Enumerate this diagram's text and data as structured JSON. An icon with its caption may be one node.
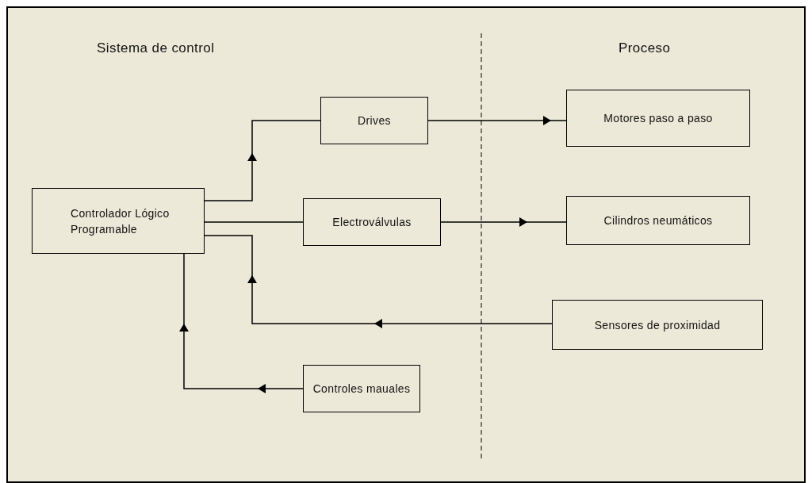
{
  "diagram": {
    "nodes": [
      {
        "text": [
          "Controlador Lógico Programable"
        ]
      },
      {
        "text": [
          "Drives"
        ]
      },
      {
        "text": [
          "Electroválvulas"
        ]
      },
      {
        "text": [
          "Controles mauales"
        ]
      },
      {
        "text": [
          "Motores paso a paso"
        ]
      },
      {
        "text": [
          "Cilindros neumáticos"
        ]
      },
      {
        "text": [
          "Sensores de proximidad"
        ]
      }
    ],
    "edges": [
      {
        "from": 0,
        "to": 1,
        "arrow": "to"
      },
      {
        "from": 1,
        "to": 4,
        "arrow": "to"
      },
      {
        "from": 0,
        "to": 2,
        "arrow": "none"
      },
      {
        "from": 2,
        "to": 5,
        "arrow": "to"
      },
      {
        "from": 6,
        "to": 0,
        "arrow": "to"
      },
      {
        "from": 3,
        "to": 0,
        "arrow": "to"
      }
    ],
    "labels": [
      "Sistema de control",
      "Proceso"
    ]
  }
}
